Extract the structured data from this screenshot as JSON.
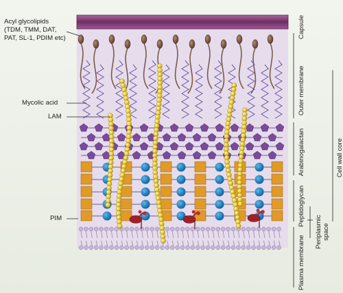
{
  "labels": {
    "acyl_glycolipids": "Acyl glycolipids\n(TDM, TMM, DAT,\nPAT, SL-1, PDIM etc)",
    "mycolic_acid": "Mycolic acid",
    "lam": "LAM",
    "pim": "PIM"
  },
  "layers": {
    "capsule": "Capsule",
    "outer_membrane": "Outer membrane",
    "arabinogalactan": "Arabinogalactan",
    "peptidoglycan": "Peptidoglycan",
    "periplasmic_space": "Periplasmic\nspace",
    "plasma_membrane": "Plasma membrane",
    "cell_wall_core": "Cell wall core"
  },
  "colors": {
    "capsule": "#8a4a7e",
    "panel": "#e6dcec",
    "lipid_head": "#7a5540",
    "chain": "#6a55a6",
    "pentagon": "#7a4b9a",
    "square": "#e09a28",
    "circle": "#1a86c8",
    "bead": "#e6cc3c",
    "pim": "#a0202a"
  }
}
